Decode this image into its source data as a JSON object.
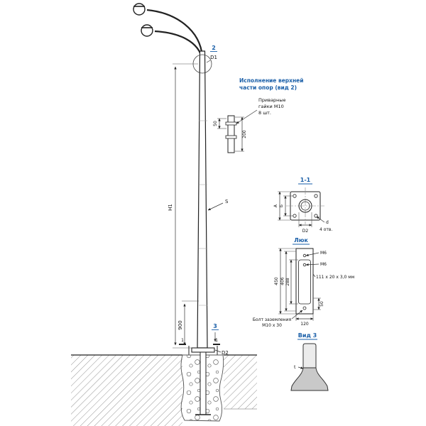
{
  "colors": {
    "accent": "#1a5fa8",
    "line": "#222222"
  },
  "main_view": {
    "detail2_ref": "2",
    "d1": "D1",
    "h1": "H1",
    "s": "S",
    "dim_900": "900",
    "detail3_ref": "3",
    "d2": "D2",
    "section_mark_left": "1",
    "section_mark_right": "1"
  },
  "view2": {
    "title_line1": "Исполнение верхней",
    "title_line2": "части опор (вид 2)",
    "note_line1": "Приварные",
    "note_line2": "гайки М10",
    "note_line3": "8 шт.",
    "dim_50": "50",
    "dim_200": "200"
  },
  "section_1_1": {
    "title": "1-1",
    "dim_a": "А",
    "dim_b": "Б",
    "dim_d2": "D2",
    "dim_d": "d",
    "holes_note": "4 отв."
  },
  "hatch_detail": {
    "title": "Люк",
    "bolt_label_top": "М6",
    "bolt_label_mid": "М6",
    "dim_450": "450",
    "dim_406": "406",
    "dim_288": "288",
    "plate_note": "111 х 20 х 3,0 мм",
    "dim_50": "50",
    "dim_120": "120",
    "ground_bolt_line1": "Болт заземления",
    "ground_bolt_line2": "М10 х 30"
  },
  "view3": {
    "title": "Вид 3",
    "dim_t": "t"
  }
}
